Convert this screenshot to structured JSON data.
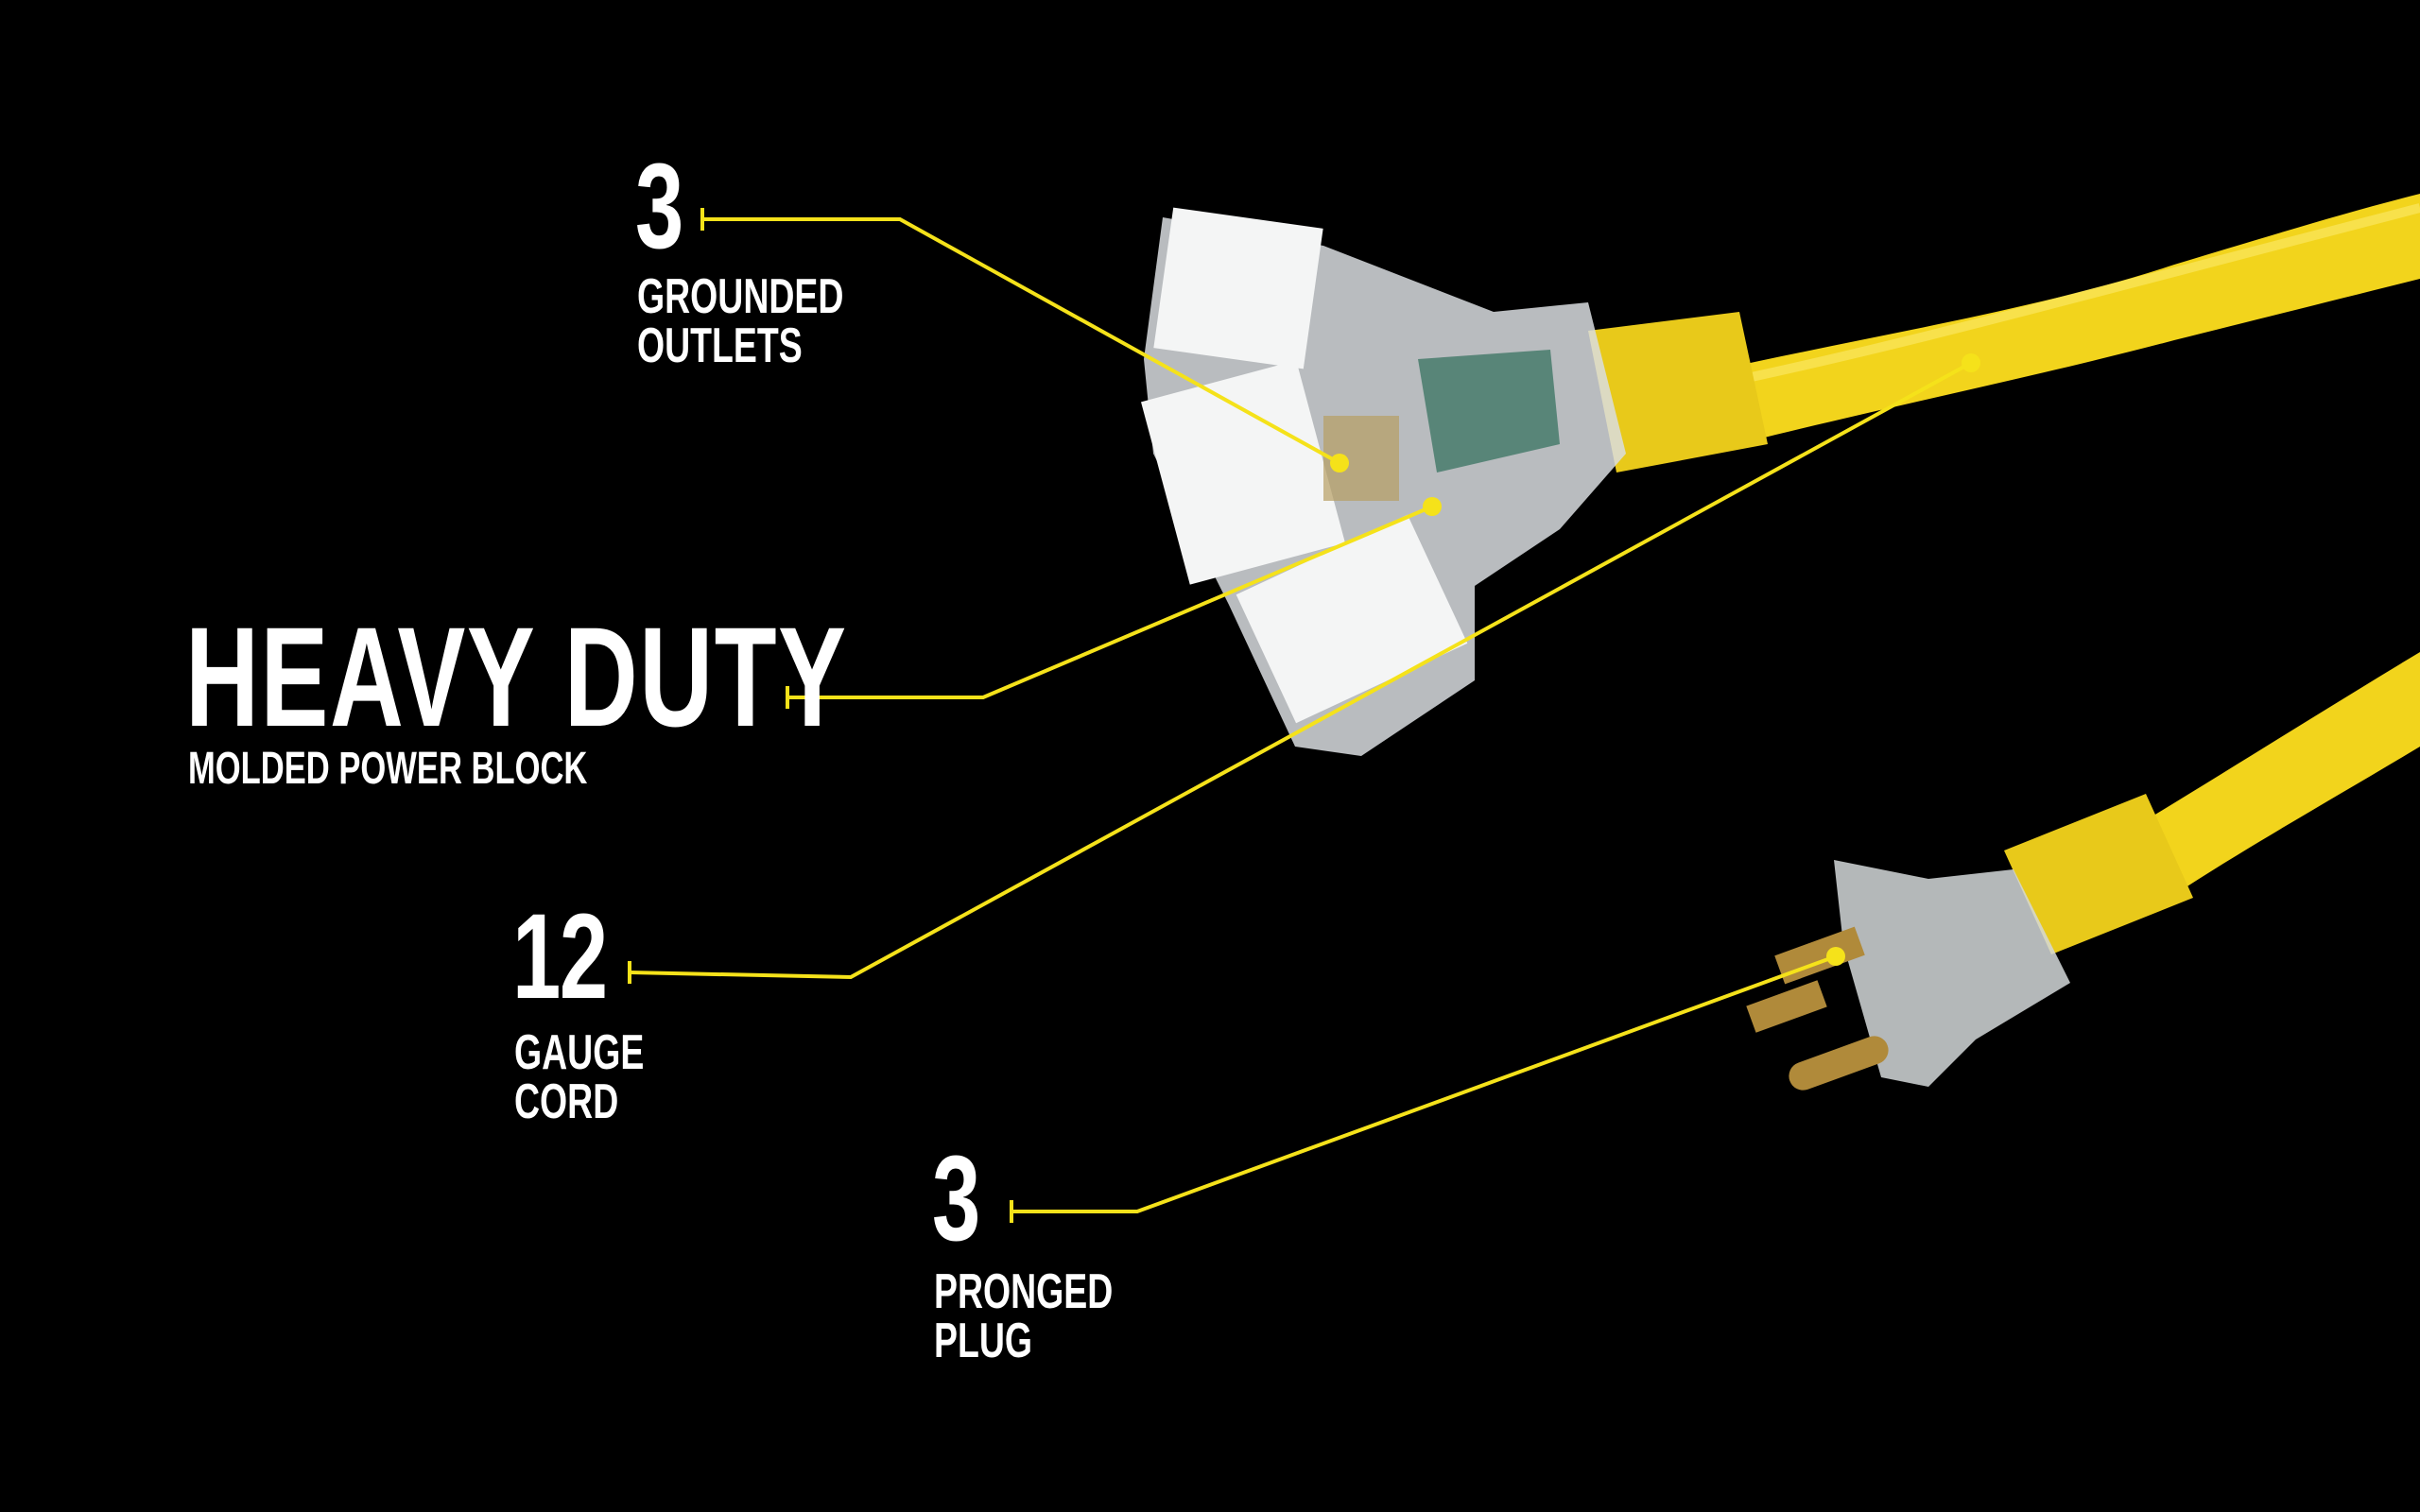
{
  "callouts": [
    {
      "number": "3",
      "line1": "GROUNDED",
      "line2": "OUTLETS"
    },
    {
      "headline": "HEAVY DUTY",
      "subtitle": "MOLDED POWER BLOCK"
    },
    {
      "number": "12",
      "line1": "GAUGE",
      "line2": "CORD"
    },
    {
      "number": "3",
      "line1": "PRONGED",
      "line2": "PLUG"
    }
  ],
  "colors": {
    "background": "#000000",
    "accent": "#f5e21a",
    "cord": "#f2d41c",
    "text": "#ffffff"
  }
}
